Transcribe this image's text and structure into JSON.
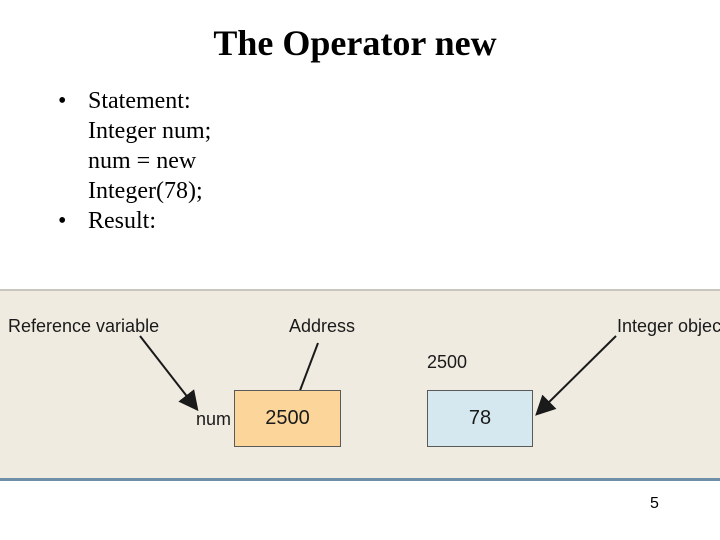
{
  "title": "The Operator new",
  "bullets": [
    {
      "marker": "•",
      "label": "Statement:",
      "code_lines": [
        "Integer num;",
        "num = new",
        "Integer(78);"
      ]
    },
    {
      "marker": "•",
      "label": "Result:"
    }
  ],
  "figure": {
    "reference_variable_label": "Reference variable",
    "address_label": "Address",
    "integer_object_label": "Integer object",
    "variable_name": "num",
    "address_value": "2500",
    "object_address": "2500",
    "object_value": "78",
    "colors": {
      "background": "#efebe1",
      "num_box": "#fcd59a",
      "object_box": "#d5e8ef",
      "arrow": "#1a1a1a"
    }
  },
  "page_number": "5"
}
